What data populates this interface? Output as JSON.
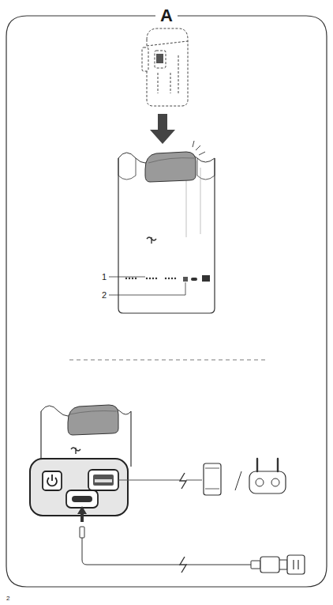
{
  "diagram": {
    "title": "A",
    "labels": [
      "1",
      "2",
      "2"
    ]
  }
}
